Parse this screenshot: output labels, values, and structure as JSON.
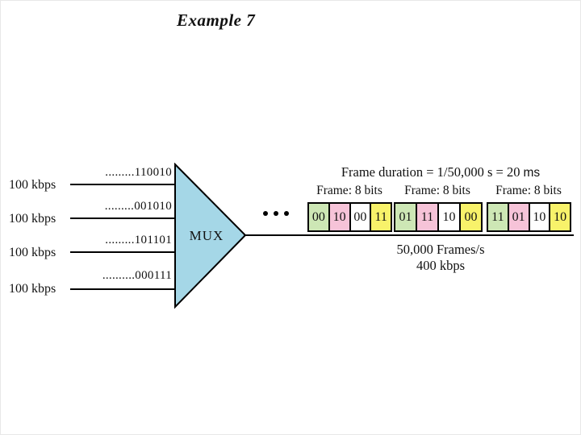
{
  "slide": {
    "title": "Example 7"
  },
  "inputs": [
    {
      "rate": "100 kbps",
      "bits": ".........110010"
    },
    {
      "rate": "100 kbps",
      "bits": ".........001010"
    },
    {
      "rate": "100 kbps",
      "bits": ".........101101"
    },
    {
      "rate": "100 kbps",
      "bits": "..........000111"
    }
  ],
  "mux": {
    "label": "MUX",
    "fill": "#a5d7e7",
    "border": "#000000"
  },
  "ellipsis": "...",
  "output": {
    "frame_duration_text": "Frame duration = 1/50,000 s = 20",
    "frame_duration_unit": "ms",
    "frame_labels": [
      "Frame: 8 bits",
      "Frame: 8 bits",
      "Frame: 8 bits"
    ],
    "frames": [
      {
        "cells": [
          {
            "bits": "00",
            "color": "#cde7b5"
          },
          {
            "bits": "10",
            "color": "#f6c3d8"
          },
          {
            "bits": "00",
            "color": "#ffffff"
          },
          {
            "bits": "11",
            "color": "#f8f26a"
          }
        ]
      },
      {
        "cells": [
          {
            "bits": "01",
            "color": "#cde7b5"
          },
          {
            "bits": "11",
            "color": "#f6c3d8"
          },
          {
            "bits": "10",
            "color": "#ffffff"
          },
          {
            "bits": "00",
            "color": "#f8f26a"
          }
        ]
      },
      {
        "cells": [
          {
            "bits": "11",
            "color": "#cde7b5"
          },
          {
            "bits": "01",
            "color": "#f6c3d8"
          },
          {
            "bits": "10",
            "color": "#ffffff"
          },
          {
            "bits": "10",
            "color": "#f8f26a"
          }
        ]
      }
    ],
    "frames_rate": "50,000 Frames/s",
    "data_rate": "400 kbps"
  }
}
